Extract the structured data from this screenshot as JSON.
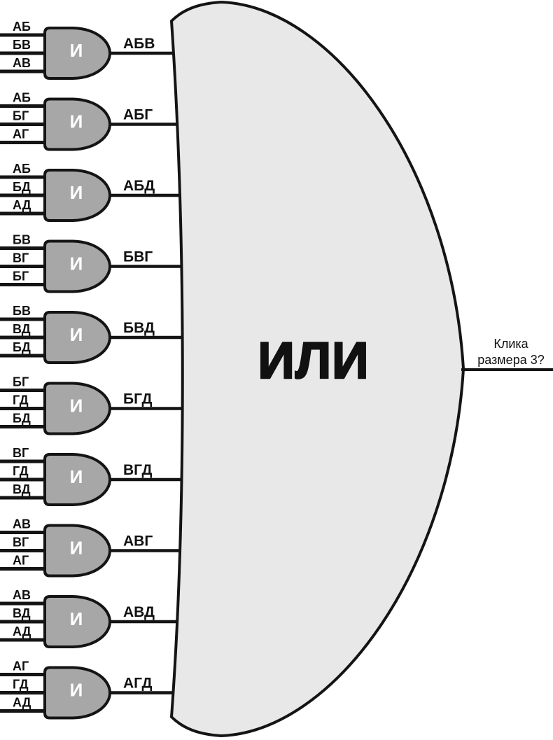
{
  "diagram": {
    "title_semantic": "clique-detection-circuit",
    "or_gate": {
      "label": "ИЛИ"
    },
    "final_output": {
      "line1": "Клика",
      "line2": "размера 3?"
    },
    "and_gate_label": "И",
    "and_gates": [
      {
        "inputs": [
          "АБ",
          "БВ",
          "АВ"
        ],
        "output": "АБВ"
      },
      {
        "inputs": [
          "АБ",
          "БГ",
          "АГ"
        ],
        "output": "АБГ"
      },
      {
        "inputs": [
          "АБ",
          "БД",
          "АД"
        ],
        "output": "АБД"
      },
      {
        "inputs": [
          "БВ",
          "ВГ",
          "БГ"
        ],
        "output": "БВГ"
      },
      {
        "inputs": [
          "БВ",
          "ВД",
          "БД"
        ],
        "output": "БВД"
      },
      {
        "inputs": [
          "БГ",
          "ГД",
          "БД"
        ],
        "output": "БГД"
      },
      {
        "inputs": [
          "ВГ",
          "ГД",
          "ВД"
        ],
        "output": "ВГД"
      },
      {
        "inputs": [
          "АВ",
          "ВГ",
          "АГ"
        ],
        "output": "АВГ"
      },
      {
        "inputs": [
          "АВ",
          "ВД",
          "АД"
        ],
        "output": "АВД"
      },
      {
        "inputs": [
          "АГ",
          "ГД",
          "АД"
        ],
        "output": "АГД"
      }
    ],
    "colors": {
      "and_fill": "#a7a7a7",
      "or_fill": "#e8e8e8",
      "stroke": "#141414",
      "and_text": "#ffffff",
      "label_text": "#111111"
    }
  }
}
